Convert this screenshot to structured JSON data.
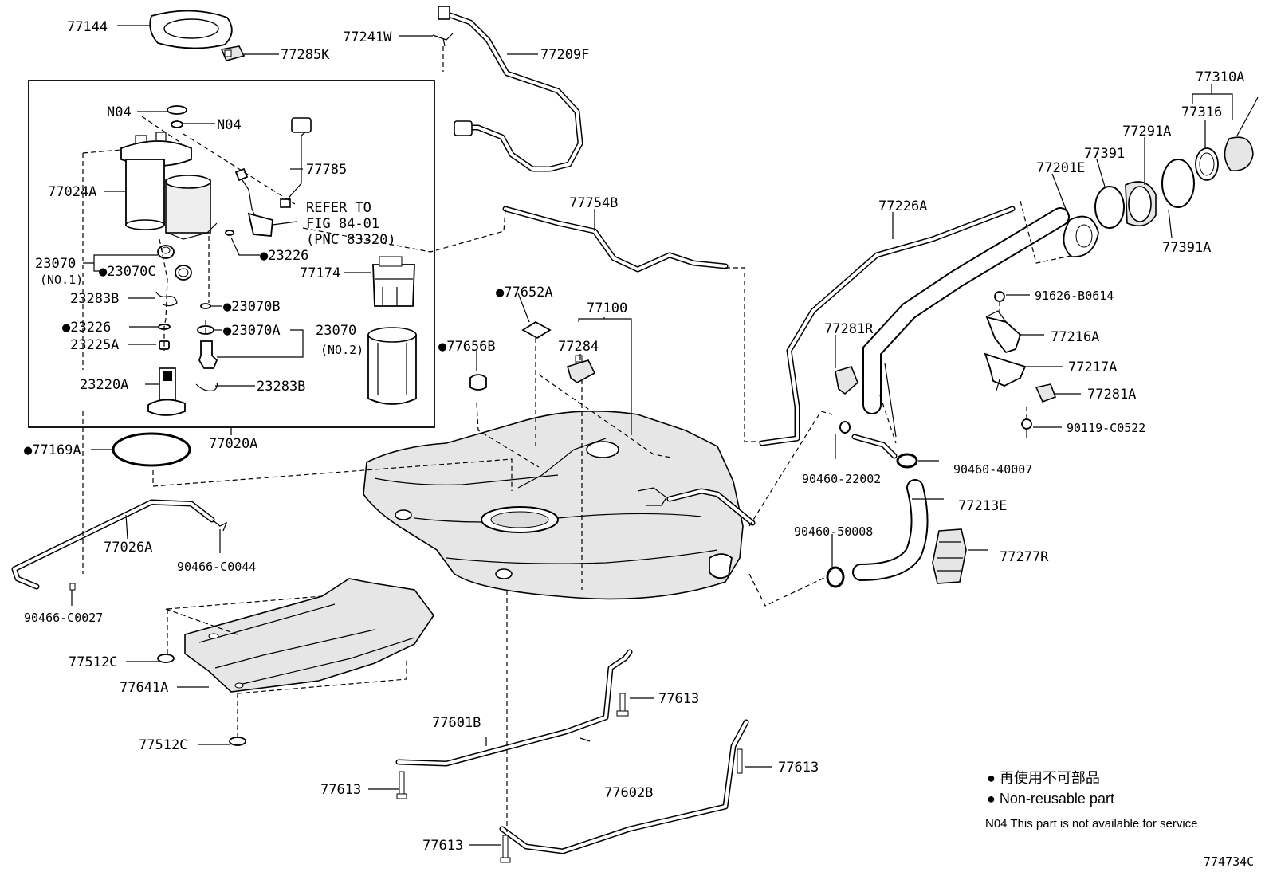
{
  "callouts": [
    {
      "id": "c77144",
      "text": "77144"
    },
    {
      "id": "c77285K",
      "text": "77285K"
    },
    {
      "id": "c77241W",
      "text": "77241W"
    },
    {
      "id": "c77209F",
      "text": "77209F"
    },
    {
      "id": "cN04a",
      "text": "N04"
    },
    {
      "id": "cN04b",
      "text": "N04"
    },
    {
      "id": "c77785",
      "text": "77785"
    },
    {
      "id": "c77024A",
      "text": "77024A"
    },
    {
      "id": "cRefer1",
      "text": "REFER TO"
    },
    {
      "id": "cRefer2",
      "text": "FIG 84-01"
    },
    {
      "id": "cRefer3",
      "text": "(PNC 83320)"
    },
    {
      "id": "c23226a",
      "text": "●23226"
    },
    {
      "id": "c23070a",
      "text": "23070"
    },
    {
      "id": "cNo1",
      "text": "(NO.1)"
    },
    {
      "id": "c23070C",
      "text": "●23070C"
    },
    {
      "id": "c77174",
      "text": "77174"
    },
    {
      "id": "c23283Ba",
      "text": "23283B"
    },
    {
      "id": "c23070B",
      "text": "●23070B"
    },
    {
      "id": "c23226b",
      "text": "●23226"
    },
    {
      "id": "c23070A",
      "text": "●23070A"
    },
    {
      "id": "c23070b",
      "text": "23070"
    },
    {
      "id": "c23225A",
      "text": "23225A"
    },
    {
      "id": "cNo2",
      "text": "(NO.2)"
    },
    {
      "id": "c23220A",
      "text": "23220A"
    },
    {
      "id": "c23283Bb",
      "text": "23283B"
    },
    {
      "id": "c77020A",
      "text": "77020A"
    },
    {
      "id": "c77169A",
      "text": "●77169A"
    },
    {
      "id": "c77026A",
      "text": "77026A"
    },
    {
      "id": "c90466C0044",
      "text": "90466-C0044"
    },
    {
      "id": "c90466C0027",
      "text": "90466-C0027"
    },
    {
      "id": "c77754B",
      "text": "77754B"
    },
    {
      "id": "c77652A",
      "text": "●77652A"
    },
    {
      "id": "c77100",
      "text": "77100"
    },
    {
      "id": "c77284",
      "text": "77284"
    },
    {
      "id": "c77656B",
      "text": "●77656B"
    },
    {
      "id": "c77226A",
      "text": "77226A"
    },
    {
      "id": "c77281R",
      "text": "77281R"
    },
    {
      "id": "c90460-22002",
      "text": "90460-22002"
    },
    {
      "id": "c90460-40007",
      "text": "90460-40007"
    },
    {
      "id": "c77213E",
      "text": "77213E"
    },
    {
      "id": "c90460-50008",
      "text": "90460-50008"
    },
    {
      "id": "c77277R",
      "text": "77277R"
    },
    {
      "id": "c77310A",
      "text": "77310A"
    },
    {
      "id": "c77316",
      "text": "77316"
    },
    {
      "id": "c77291A",
      "text": "77291A"
    },
    {
      "id": "c77391",
      "text": "77391"
    },
    {
      "id": "c77201E",
      "text": "77201E"
    },
    {
      "id": "c77391A",
      "text": "77391A"
    },
    {
      "id": "c91626B0614",
      "text": "91626-B0614"
    },
    {
      "id": "c77216A",
      "text": "77216A"
    },
    {
      "id": "c77217A",
      "text": "77217A"
    },
    {
      "id": "c77281A",
      "text": "77281A"
    },
    {
      "id": "c90119C0522",
      "text": "90119-C0522"
    },
    {
      "id": "c77512Ca",
      "text": "77512C"
    },
    {
      "id": "c77641A",
      "text": "77641A"
    },
    {
      "id": "c77512Cb",
      "text": "77512C"
    },
    {
      "id": "c77601B",
      "text": "77601B"
    },
    {
      "id": "c77613a",
      "text": "77613"
    },
    {
      "id": "c77613b",
      "text": "77613"
    },
    {
      "id": "c77613c",
      "text": "77613"
    },
    {
      "id": "c77602B",
      "text": "77602B"
    },
    {
      "id": "c77613d",
      "text": "77613"
    }
  ],
  "legend": {
    "line1": "● 再使用不可部品",
    "line2": "● Non-reusable part",
    "line3": "N04  This part is not available for service"
  },
  "figure_id": "774734C"
}
